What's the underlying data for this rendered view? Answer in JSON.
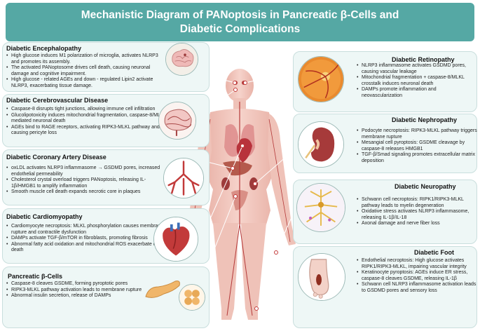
{
  "title": "Mechanistic Diagram of PANoptosis in Pancreatic β-Cells and Diabetic Complications",
  "panels": {
    "encephalopathy": {
      "title": "Diabetic Encephalopathy",
      "bullets": [
        "High glucose induces M1 polarization of microglia, activates NLRP3 and promotes its assembly.",
        "The activated PANoptosome drives cell death, causing neuronal damage and cognitive impairment.",
        "High glucose - related AGEs and down - regulated Lipin2 activate NLRP3, exacerbating tissue damage."
      ]
    },
    "cerebrovascular": {
      "title": "Diabetic Cerebrovascular Disease",
      "bullets": [
        "Caspase-8 disrupts tight junctions, allowing immune cell infiltration",
        "Glucolipotoxicity induces mitochondrial fragmentation, caspase-8/MLKL-mediated neuronal death",
        "AGEs bind to RAGE receptors, activating RIPK3-MLKL pathway and causing pericyte loss"
      ]
    },
    "coronary": {
      "title": "Diabetic Coronary Artery Disease",
      "bullets": [
        "oxLDL activates NLRP3 inflammasome → GSDMD pores, increased endothelial permeability",
        "Cholesterol crystal overload triggers PANoptosis, releasing IL-1β/HMGB1 to amplify inflammation",
        "Smooth muscle cell death expands necrotic core in plaques"
      ]
    },
    "cardiomyopathy": {
      "title": "Diabetic Cardiomyopathy",
      "bullets": [
        "Cardiomyocyte necroptosis: MLKL phosphorylation causes membrane rupture and contractile dysfunction",
        "DAMPs activate TGF-β/mTOR in fibroblasts, promoting fibrosis",
        "Abnormal fatty acid oxidation and mitochondrial ROS exacerbate cell death"
      ]
    },
    "pancreatic": {
      "title": "Pancreatic β-Cells",
      "bullets": [
        "Caspase-8 cleaves GSDME, forming pyroptotic pores",
        "RIPK3-MLKL pathway activation leads to membrane rupture",
        "Abnormal insulin secretion, release of DAMPs"
      ]
    },
    "retinopathy": {
      "title": "Diabetic Retinopathy",
      "bullets": [
        "NLRP3 inflammasome activates GSDMD pores, causing vascular leakage",
        "Mitochondrial fragmentation + caspase-8/MLKL crosstalk induces neuronal death",
        "DAMPs promote inflammation and neovascularization"
      ]
    },
    "nephropathy": {
      "title": "Diabetic Nephropathy",
      "bullets": [
        "Podocyte necroptosis: RIPK3-MLKL pathway triggers membrane rupture",
        "Mesangial cell pyroptosis: GSDME cleavage by caspase-8 releases HMGB1",
        "TGF-β/Smad signaling promotes extracellular matrix deposition"
      ]
    },
    "neuropathy": {
      "title": "Diabetic Neuropathy",
      "bullets": [
        "Schwann cell necroptosis: RIPK1/RIPK3-MLKL pathway leads to myelin degeneration",
        "Oxidative stress activates NLRP3 inflammasome, releasing IL-1β/IL-18",
        "Axonal damage and nerve fiber loss"
      ]
    },
    "foot": {
      "title": "Diabetic Foot",
      "bullets": [
        "Endothelial necroptosis: High glucose activates RIPK1/RIPK3-MLKL, impairing vascular integrity",
        "Keratinocyte pyroptosis: AGEs induce ER stress, caspase-8 cleaves GSDME, releasing IL-1β",
        "Schwann cell NLRP3 inflammasome activation leads to GSDMD pores and sensory loss"
      ]
    }
  },
  "illustrations": [
    "brain-icon",
    "cerebrovascular-brain-icon",
    "coronary-artery-icon",
    "heart-icon",
    "pancreas-icon",
    "retina-eye-icon",
    "kidney-icon",
    "neuron-icon",
    "foot-icon",
    "human-body-icon"
  ],
  "colors": {
    "title_bg": "#55a8a4",
    "panel_bg": "#eef7f6",
    "connector": "#c23a3a",
    "accent_red": "#c23a3a"
  }
}
